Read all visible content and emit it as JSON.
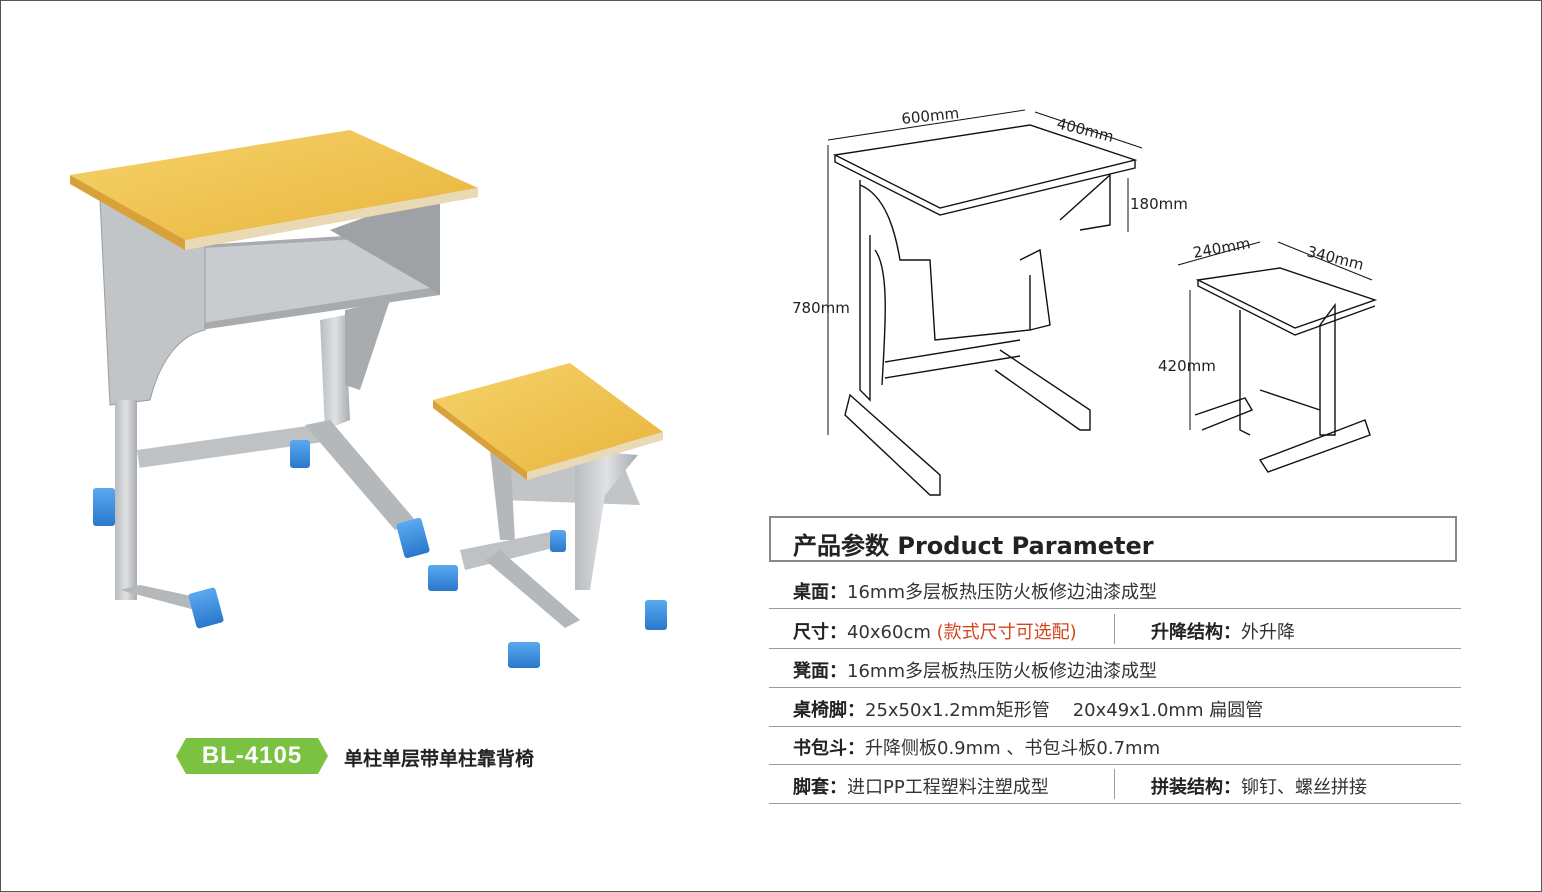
{
  "dimensions": {
    "desk_width": "600mm",
    "desk_depth": "400mm",
    "desk_height": "780mm",
    "drawer_height": "180mm",
    "stool_width": "240mm",
    "stool_depth": "340mm",
    "stool_height": "420mm"
  },
  "product": {
    "model": "BL-4105",
    "name": "单柱单层带单柱靠背椅"
  },
  "params": {
    "title": "产品参数 Product Parameter",
    "rows": [
      {
        "label": "桌面：",
        "value": "16mm多层板热压防火板修边油漆成型"
      },
      {
        "label": "尺寸：",
        "value": "40x60cm ",
        "note": "(款式尺寸可选配)",
        "label2": "升降结构：",
        "value2": "外升降"
      },
      {
        "label": "凳面：",
        "value": "16mm多层板热压防火板修边油漆成型"
      },
      {
        "label": "桌椅脚：",
        "value": "25x50x1.2mm矩形管    20x49x1.0mm 扁圆管"
      },
      {
        "label": "书包斗：",
        "value": "升降侧板0.9mm 、书包斗板0.7mm"
      },
      {
        "label": "脚套：",
        "value": "进口PP工程塑料注塑成型",
        "label2": "拼装结构：",
        "value2": "铆钉、螺丝拼接"
      }
    ]
  },
  "colors": {
    "desk_top": "#f2c44e",
    "frame": "#c8c8c8",
    "foot_cap": "#3a8fe0",
    "badge": "#7cc242",
    "note_red": "#d2461e"
  }
}
